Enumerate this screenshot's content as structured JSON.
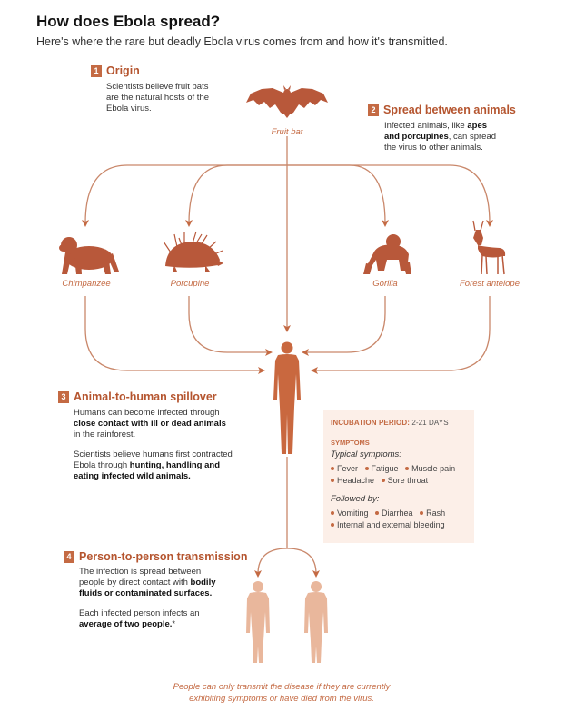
{
  "header": {
    "title": "How does Ebola spread?",
    "subtitle": "Here's where the rare but deadly Ebola virus comes from and how it's transmitted."
  },
  "steps": [
    {
      "number": "1",
      "title": "Origin",
      "lines": [
        "Scientists believe fruit bats",
        "are the natural hosts of the",
        "Ebola virus."
      ]
    },
    {
      "number": "2",
      "title": "Spread between animals",
      "line1": "Infected animals, like ",
      "line1_bold": "apes",
      "line2_bold": "and porcupines",
      "line2": ", can spread",
      "line3": "the virus to other animals."
    },
    {
      "number": "3",
      "title": "Animal-to-human spillover",
      "p1_line1": "Humans can become infected through",
      "p1_bold": "close contact with ill or dead animals",
      "p1_line3": "in the rainforest.",
      "p2_line1": "Scientists believe humans first contracted",
      "p2_line2": "Ebola through ",
      "p2_bold1": "hunting, handling and",
      "p2_bold2": "eating infected wild animals."
    },
    {
      "number": "4",
      "title": "Person-to-person transmission",
      "p1_line1": "The infection is spread between",
      "p1_line2": "people by direct contact with ",
      "p1_bold1": "bodily",
      "p1_bold2": "fluids or contaminated surfaces.",
      "p2_line1": "Each infected person infects an",
      "p2_bold": "average of two people.",
      "p2_tail": "*"
    }
  ],
  "animals": {
    "bat": "Fruit bat",
    "chimp": "Chimpanzee",
    "porcupine": "Porcupine",
    "gorilla": "Gorilla",
    "antelope": "Forest antelope"
  },
  "symptoms": {
    "incubation_label": "INCUBATION PERIOD:",
    "incubation_value": "2-21 DAYS",
    "heading": "SYMPTOMS",
    "typical_label": "Typical symptoms:",
    "typical": [
      "Fever",
      "Fatigue",
      "Muscle pain",
      "Headache",
      "Sore throat"
    ],
    "followed_label": "Followed by:",
    "followed": [
      "Vomiting",
      "Diarrhea",
      "Rash",
      "Internal and external bleeding"
    ]
  },
  "footnote": {
    "line1": "People can only transmit the disease if they are currently",
    "line2": "exhibiting symptoms or have died from the virus."
  },
  "colors": {
    "accent": "#c46a43",
    "animal": "#b8583a",
    "person_light": "#e9b79c",
    "box_bg": "#fcefe8"
  }
}
